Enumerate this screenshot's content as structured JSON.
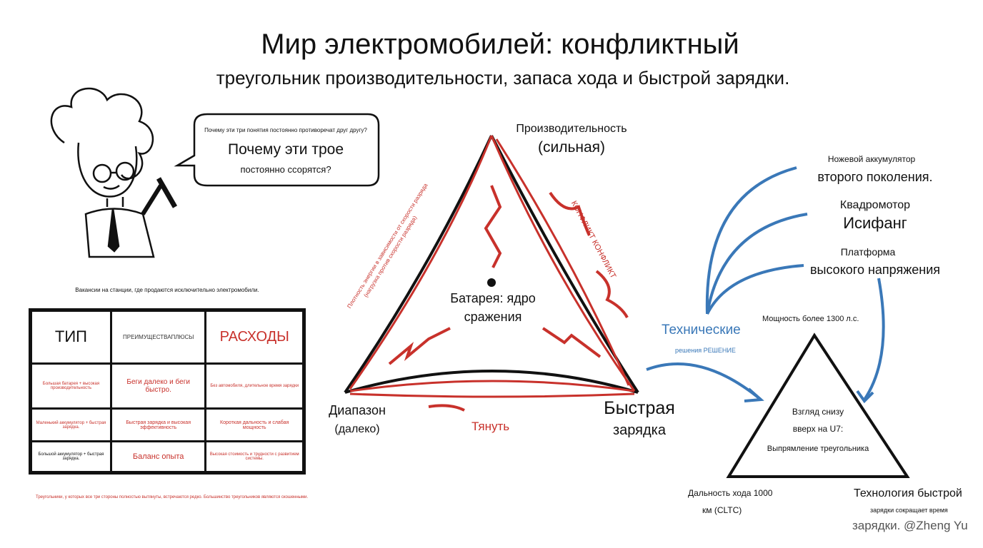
{
  "title": "Мир электромобилей: конфликтный",
  "subtitle": "треугольник производительности, запаса хода и быстрой зарядки.",
  "bubble": {
    "small": "Почему эти три понятия постоянно противоречат друг другу?",
    "big": "Почему эти трое",
    "line2": "постоянно ссорятся?"
  },
  "table": {
    "caption": "Вакансии на станции, где продаются исключительно электромобили.",
    "headers": [
      "ТИП",
      "ПРЕИМУЩЕСТВАПЛЮСЫ",
      "РАСХОДЫ"
    ],
    "rows": [
      [
        "Большая батарея + высокая производительность",
        "Беги далеко и беги быстро.",
        "Без автомобиля, длительное время зарядки"
      ],
      [
        "Маленький аккумулятор + быстрая зарядка.",
        "Быстрая зарядка и высокая эффективность",
        "Короткая дальность и слабая мощность"
      ],
      [
        "Большой аккумулятор + быстрая зарядка.",
        "Баланс опыта",
        "Высокая стоимость и трудности с развитием системы."
      ]
    ],
    "footnote": "Треугольники, у которых все три стороны полностью вытянуты, встречаются редко. Большинство треугольников являются скошенными."
  },
  "triangle": {
    "top1": "Производительность",
    "top2": "(сильная)",
    "center1": "Батарея: ядро",
    "center2": "сражения",
    "left1": "Диапазон",
    "left2": "(далеко)",
    "right1": "Быстрая",
    "right2": "зарядка",
    "pull": "Тянуть",
    "conflict": "КОНФЛИКТ КОНФЛИКТ",
    "density1": "Плотность энергии в зависимости от скорости разряда",
    "density2": "(нагрузка против скорости разряда)"
  },
  "tech": {
    "l1a": "Ножевой аккумулятор",
    "l1b": "второго поколения.",
    "l2a": "Квадромотор",
    "l2b": "Исифанг",
    "l3a": "Платформа",
    "l3b": "высокого напряжения",
    "title": "Технические",
    "sub": "решения РЕШЕНИЕ"
  },
  "u7": {
    "power": "Мощность более 1300 л.с.",
    "c1": "Взгляд снизу",
    "c2": "вверх на U7:",
    "c3": "Выпрямление треугольника",
    "range1": "Дальность хода 1000",
    "range2": "км (CLTC)",
    "fast1": "Технология быстрой",
    "fast2": "зарядки сокращает время",
    "fast3": "зарядки. @Zheng Yu"
  },
  "colors": {
    "red": "#c8312b",
    "blue": "#3a78b8"
  }
}
